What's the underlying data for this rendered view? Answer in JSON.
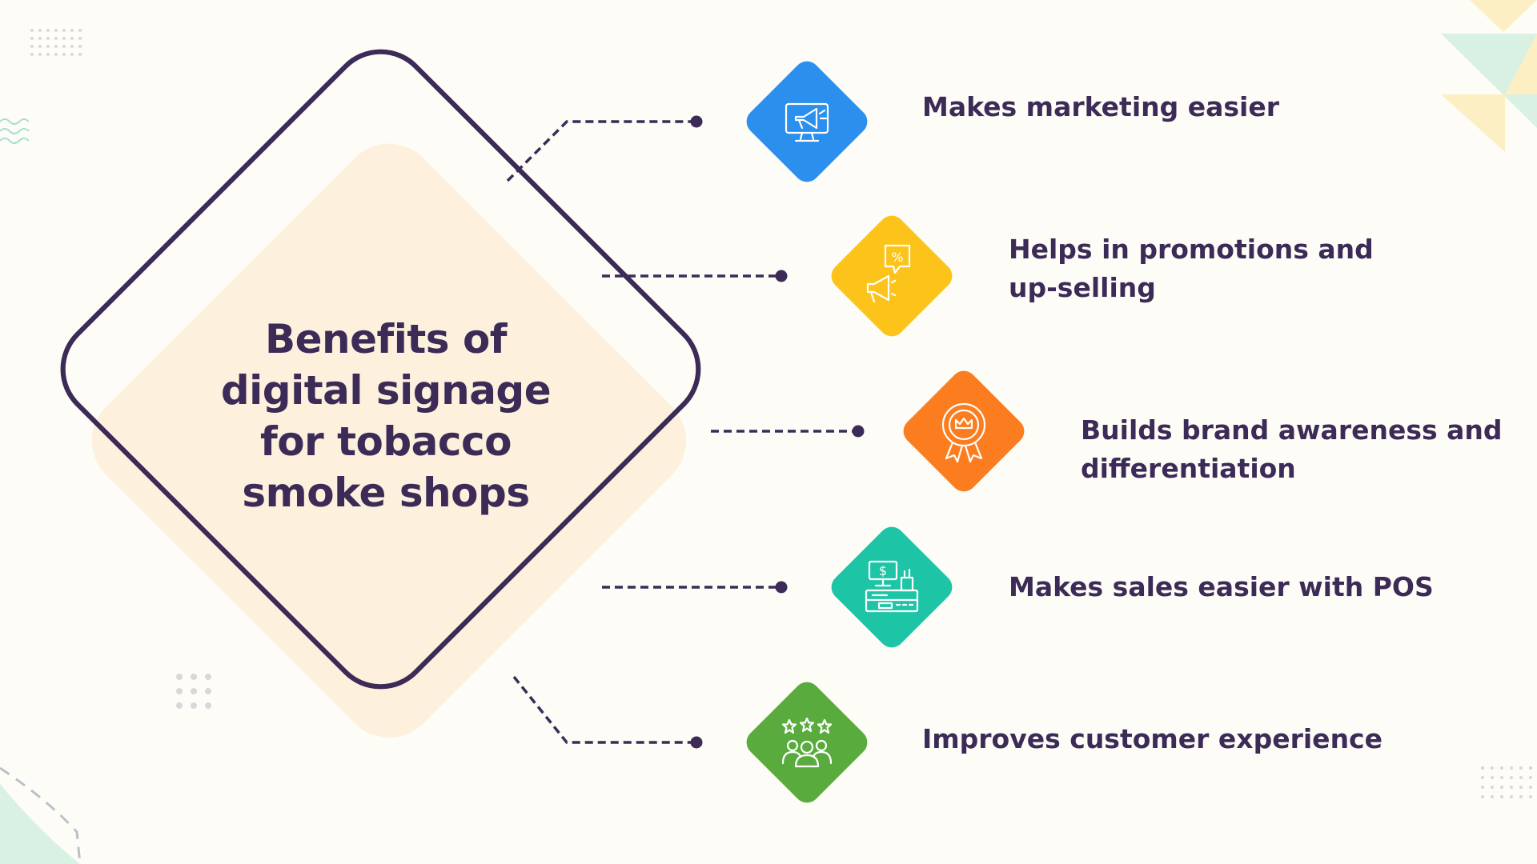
{
  "center": {
    "title_lines": [
      "Benefits of",
      "digital signage",
      "for tobacco",
      "smoke shops"
    ]
  },
  "benefits": [
    {
      "lines": [
        "Makes marketing easier"
      ],
      "icon": "megaphone-monitor-icon",
      "color": "#2b8fee"
    },
    {
      "lines": [
        "Helps in promotions and",
        "up-selling"
      ],
      "icon": "promotion-megaphone-icon",
      "color": "#fcc41a"
    },
    {
      "lines": [
        "Builds brand awareness and",
        "differentiation"
      ],
      "icon": "award-badge-icon",
      "color": "#fb7d1f"
    },
    {
      "lines": [
        "Makes sales easier with POS"
      ],
      "icon": "pos-register-icon",
      "color": "#1ec4a6"
    },
    {
      "lines": [
        "Improves customer experience"
      ],
      "icon": "customer-rating-icon",
      "color": "#59ab3e"
    }
  ],
  "colors": {
    "background": "#fdfcf7",
    "text": "#3c2b57",
    "diamond_fill": "#fdf0dc",
    "connector": "#3c2b57",
    "dots": "#d8d8dc",
    "teal_deco": "#d9f1e3",
    "yellow_deco": "#fdefc4"
  }
}
